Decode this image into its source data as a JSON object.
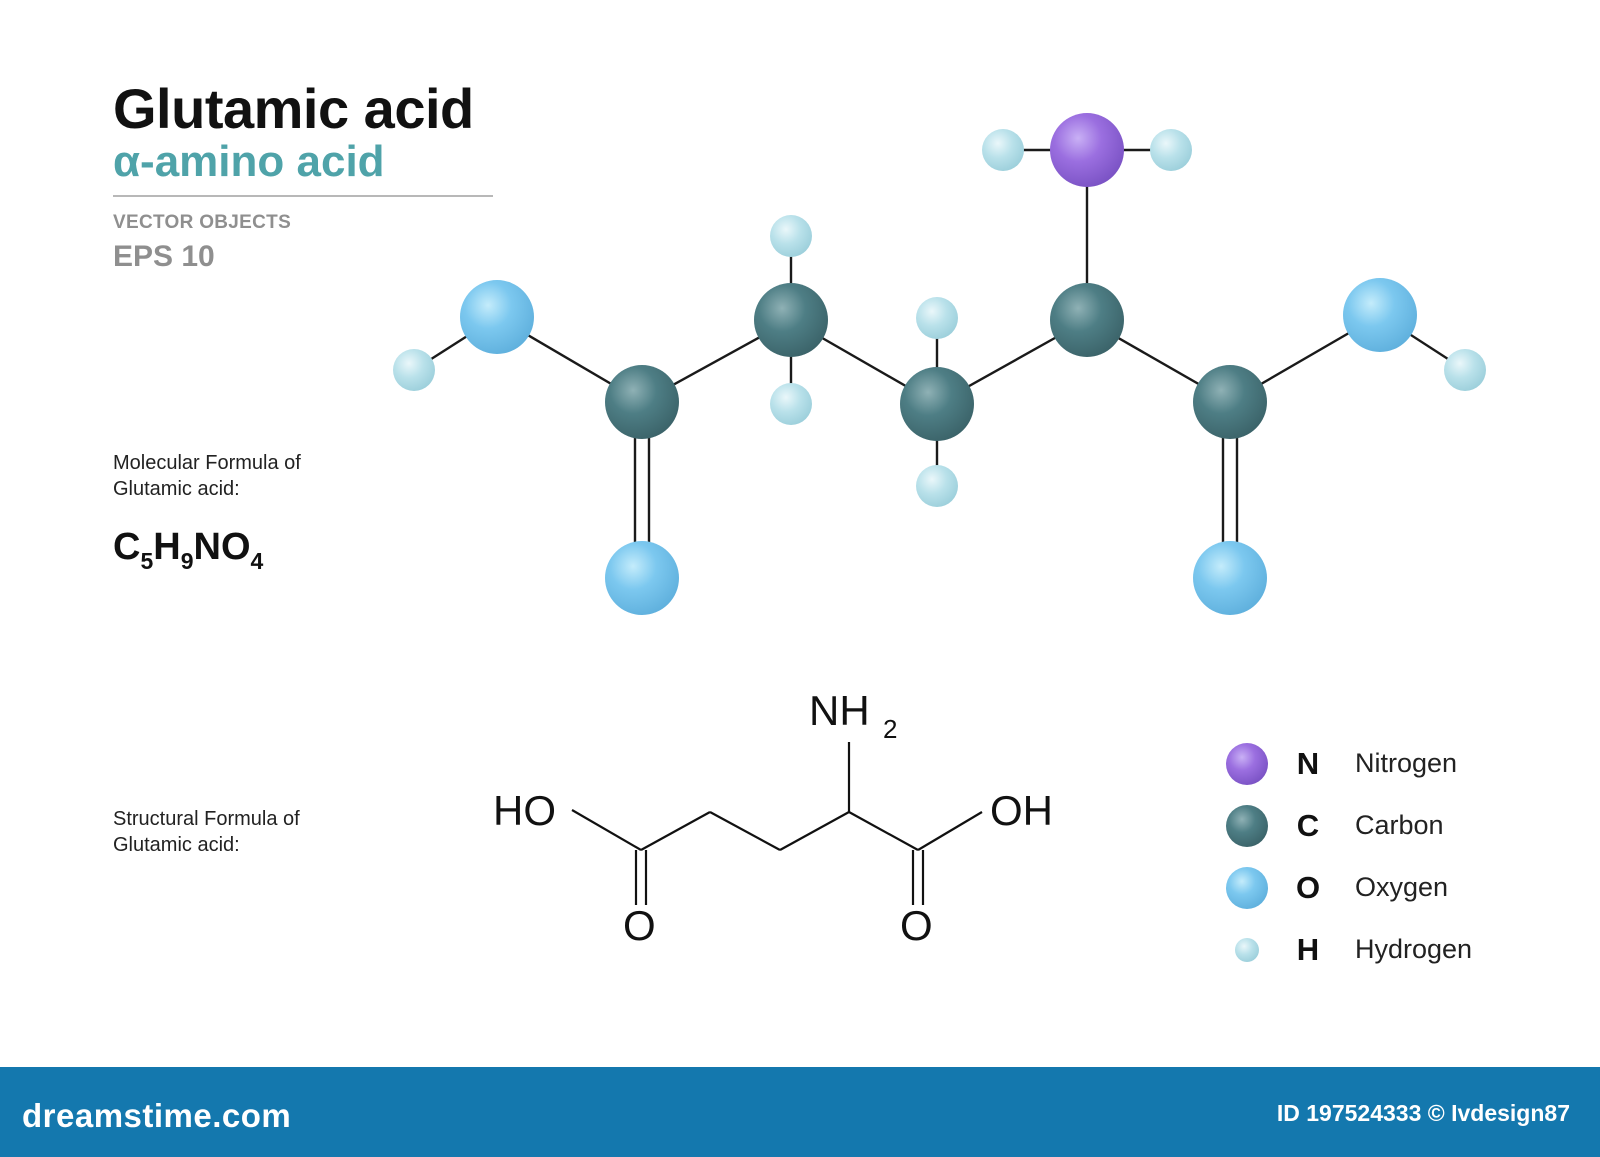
{
  "title": "Glutamic acid",
  "subtitle": "α-amino acid",
  "vector_objects": "VECTOR OBJECTS",
  "eps": "EPS 10",
  "molecular_caption": "Molecular Formula of Glutamic acid:",
  "structural_caption": "Structural  Formula of Glutamic acid:",
  "formula": [
    {
      "t": "C",
      "sub": "5"
    },
    {
      "t": "H",
      "sub": "9"
    },
    {
      "t": "N",
      "sub": ""
    },
    {
      "t": "O",
      "sub": "4"
    }
  ],
  "structural": {
    "nh2": "NH",
    "nh2_sub": "2",
    "ho": "HO",
    "oh": "OH",
    "o_left": "O",
    "o_right": "O"
  },
  "legend": [
    {
      "symbol": "N",
      "name": "Nitrogen",
      "color": "#9b6fe0"
    },
    {
      "symbol": "C",
      "name": "Carbon",
      "color": "#4e7e85"
    },
    {
      "symbol": "O",
      "name": "Oxygen",
      "color": "#7cc8ef"
    },
    {
      "symbol": "H",
      "name": "Hydrogen",
      "color": "#b9e1ea"
    }
  ],
  "colors": {
    "nitrogen": "#9b6fe0",
    "carbon": "#4e7e85",
    "oxygen": "#7cc8ef",
    "hydrogen": "#b9e1ea",
    "accent": "#4fa3a9",
    "footer": "#1478ae"
  },
  "footer": {
    "brand": "dreamstime.com",
    "image_id": "ID 197524333 © Ivdesign87"
  }
}
